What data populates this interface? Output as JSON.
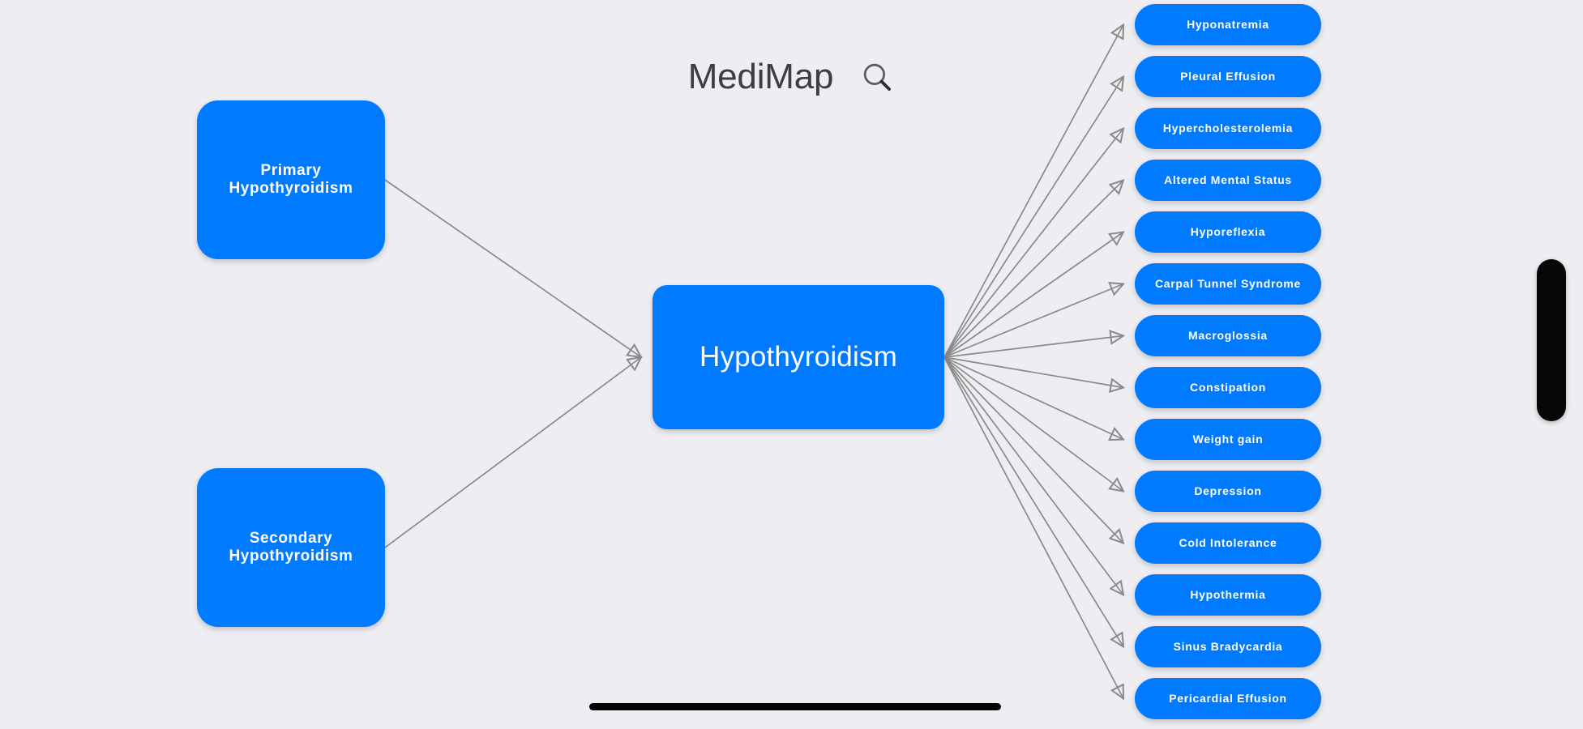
{
  "header": {
    "title": "MediMap",
    "search_icon": "search-icon"
  },
  "graph": {
    "type": "node-link-diagram",
    "background_color": "#eeedf2",
    "node_color": "#007bff",
    "node_text_color": "#ffffff",
    "edge_color": "#8a8a8a",
    "root": {
      "id": "hypothyroidism",
      "label": "Hypothyroidism"
    },
    "causes": [
      {
        "id": "primary-hypothyroidism",
        "label": "Primary Hypothyroidism"
      },
      {
        "id": "secondary-hypothyroidism",
        "label": "Secondary Hypothyroidism"
      }
    ],
    "symptoms": [
      {
        "id": "hyponatremia",
        "label": "Hyponatremia"
      },
      {
        "id": "pleural-effusion",
        "label": "Pleural Effusion"
      },
      {
        "id": "hypercholesterolemia",
        "label": "Hypercholesterolemia"
      },
      {
        "id": "altered-mental-status",
        "label": "Altered Mental Status"
      },
      {
        "id": "hyporeflexia",
        "label": "Hyporeflexia"
      },
      {
        "id": "carpal-tunnel-syndrome",
        "label": "Carpal Tunnel Syndrome"
      },
      {
        "id": "macroglossia",
        "label": "Macroglossia"
      },
      {
        "id": "constipation",
        "label": "Constipation"
      },
      {
        "id": "weight-gain",
        "label": "Weight gain"
      },
      {
        "id": "depression",
        "label": "Depression"
      },
      {
        "id": "cold-intolerance",
        "label": "Cold Intolerance"
      },
      {
        "id": "hypothermia",
        "label": "Hypothermia"
      },
      {
        "id": "sinus-bradycardia",
        "label": "Sinus Bradycardia"
      },
      {
        "id": "pericardial-effusion",
        "label": "Pericardial Effusion"
      }
    ]
  },
  "device": {
    "side_button": "side-button",
    "home_indicator": "home-indicator"
  }
}
